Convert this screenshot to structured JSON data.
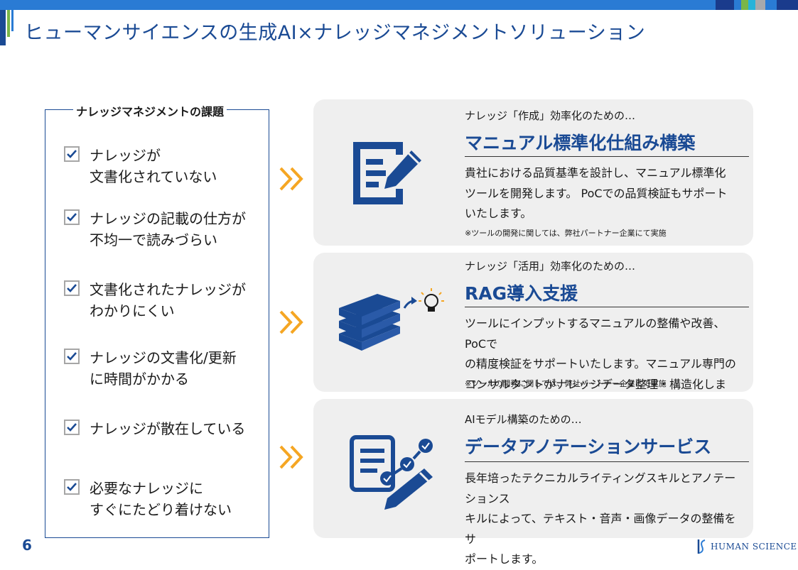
{
  "header": {
    "title": "ヒューマンサイエンスの生成AI×ナレッジマネジメントソリューション",
    "accent_colors": [
      "#1a3b8c",
      "#2a7bd4",
      "#7ab648",
      "#26b3d9",
      "#a7a9ac",
      "#2a7bd4",
      "#1a3b8c"
    ]
  },
  "challenges": {
    "title": "ナレッジマネジメントの課題",
    "items": [
      "ナレッジが\n文書化されていない",
      "ナレッジの記載の仕方が\n不均一で読みづらい",
      "文書化されたナレッジが\nわかりにくい",
      "ナレッジの文書化/更新\nに時間がかかる",
      "ナレッジが散在している",
      "必要なナレッジに\nすぐにたどり着けない"
    ]
  },
  "solutions": [
    {
      "icon": "document-pen-icon",
      "pretitle": "ナレッジ「作成」効率化のための…",
      "title": "マニュアル標準化仕組み構築",
      "description": "貴社における品質基準を設計し、マニュアル標準化\nツールを開発します。 PoCでの品質検証もサポート\nいたします。",
      "note": "※ツールの開発に関しては、弊社パートナー企業にて実施"
    },
    {
      "icon": "books-lightbulb-icon",
      "pretitle": "ナレッジ「活用」効率化のための…",
      "title": "RAG導入支援",
      "description": "ツールにインプットするマニュアルの整備や改善、PoCで\nの精度検証をサポートいたします。マニュアル専門の\nコンサルタントがナレッジデータ整理・構造化します。",
      "note": "※ツールの開発に関しては、弊社パートナー企業にて実施"
    },
    {
      "icon": "annotation-pen-icon",
      "pretitle": "AIモデル構築のための…",
      "title": "データアノテーションサービス",
      "description": "長年培ったテクニカルライティングスキルとアノテーションス\nキルによって、テキスト・音声・画像データの整備をサ\nポートします。",
      "note": ""
    }
  ],
  "footer": {
    "page_number": "6",
    "logo_text": "HUMAN SCIENCE"
  },
  "colors": {
    "brand_blue": "#1a4a94",
    "arrow_orange": "#f5a623",
    "panel_bg": "#efefef"
  }
}
